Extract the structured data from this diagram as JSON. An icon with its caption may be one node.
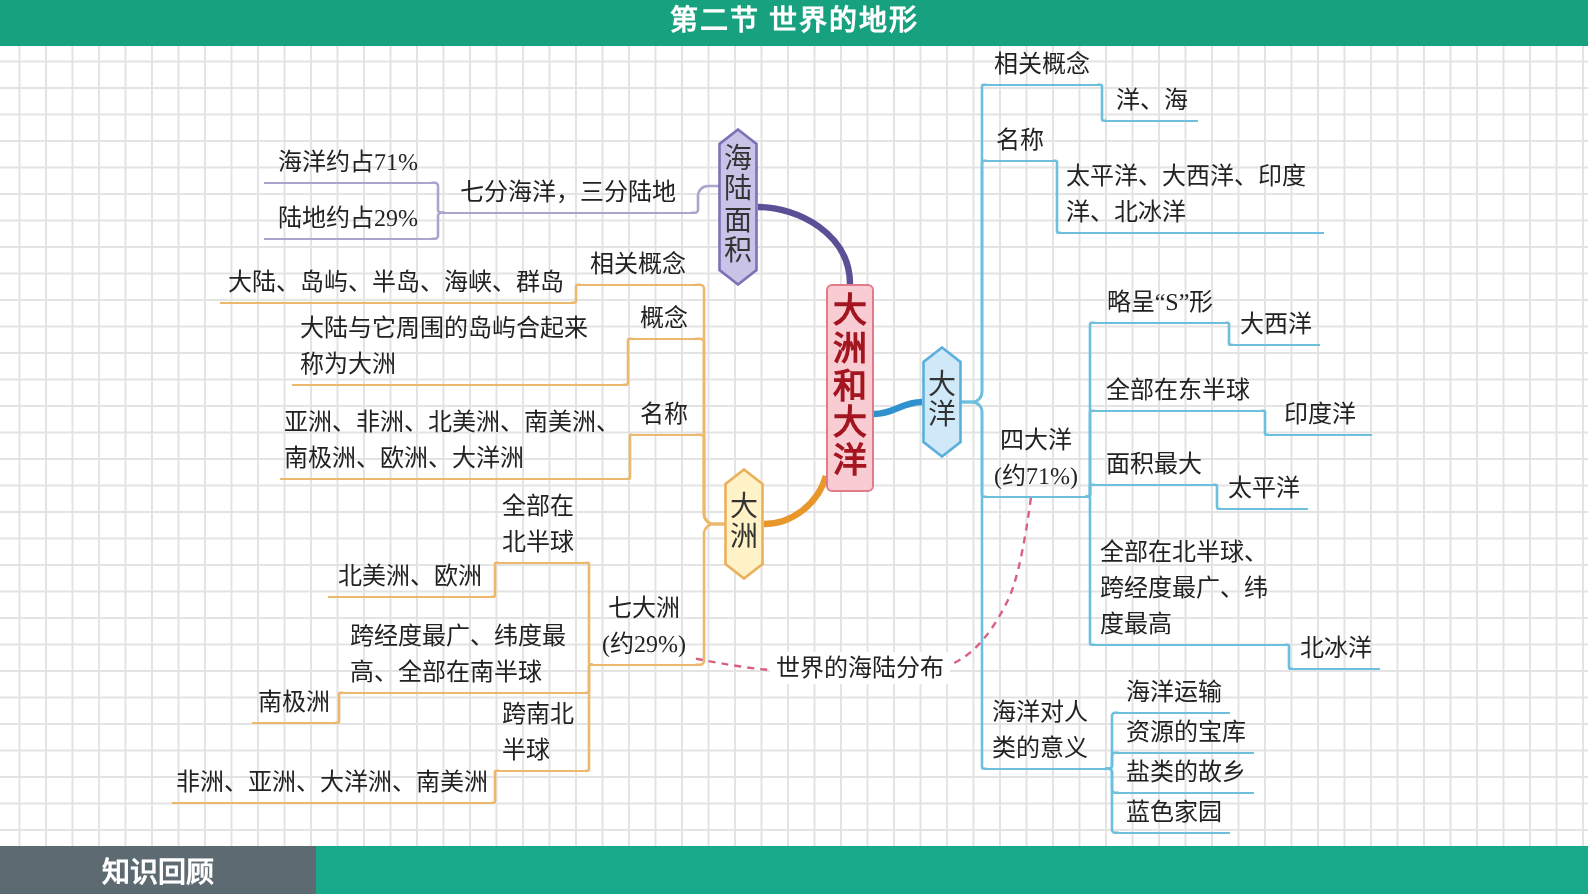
{
  "diagram": {
    "title": "第二节 世界的地形",
    "nodes": [
      {
        "text": [
          "大洲和大洋"
        ]
      },
      {
        "text": [
          "海陆面积"
        ]
      },
      {
        "text": [
          "七分海洋，三分陆地"
        ]
      },
      {
        "text": [
          "海洋约占71%"
        ]
      },
      {
        "text": [
          "陆地约占29%"
        ]
      },
      {
        "text": [
          "大洲"
        ]
      },
      {
        "text": [
          "相关概念"
        ]
      },
      {
        "text": [
          "大陆、岛屿、半岛、海峡、群岛"
        ]
      },
      {
        "text": [
          "概念"
        ]
      },
      {
        "text": [
          "大陆与它周围的岛屿合起来称为大洲"
        ]
      },
      {
        "text": [
          "名称"
        ]
      },
      {
        "text": [
          "亚洲、非洲、北美洲、南美洲、南极洲、欧洲、大洋洲"
        ]
      },
      {
        "text": [
          "七大洲(约29%)"
        ]
      },
      {
        "text": [
          "全部在北半球"
        ]
      },
      {
        "text": [
          "北美洲、欧洲"
        ]
      },
      {
        "text": [
          "跨经度最广、纬度最高、全部在南半球"
        ]
      },
      {
        "text": [
          "南极洲"
        ]
      },
      {
        "text": [
          "跨南北半球"
        ]
      },
      {
        "text": [
          "非洲、亚洲、大洋洲、南美洲"
        ]
      },
      {
        "text": [
          "大洋"
        ]
      },
      {
        "text": [
          "相关概念"
        ]
      },
      {
        "text": [
          "洋、海"
        ]
      },
      {
        "text": [
          "名称"
        ]
      },
      {
        "text": [
          "太平洋、大西洋、印度洋、北冰洋"
        ]
      },
      {
        "text": [
          "四大洋(约71%)"
        ]
      },
      {
        "text": [
          "略呈“S”形"
        ]
      },
      {
        "text": [
          "大西洋"
        ]
      },
      {
        "text": [
          "全部在东半球"
        ]
      },
      {
        "text": [
          "印度洋"
        ]
      },
      {
        "text": [
          "面积最大"
        ]
      },
      {
        "text": [
          "太平洋"
        ]
      },
      {
        "text": [
          "全部在北半球、跨经度最广、纬度最高"
        ]
      },
      {
        "text": [
          "北冰洋"
        ]
      },
      {
        "text": [
          "海洋对人类的意义"
        ]
      },
      {
        "text": [
          "海洋运输"
        ]
      },
      {
        "text": [
          "资源的宝库"
        ]
      },
      {
        "text": [
          "盐类的故乡"
        ]
      },
      {
        "text": [
          "蓝色家园"
        ]
      }
    ],
    "edges": [
      {
        "from": 0,
        "to": 1,
        "arrow": "none",
        "style": "thick",
        "color": "#5b4f96"
      },
      {
        "from": 1,
        "to": 2,
        "arrow": "none",
        "color": "#a9a5cc"
      },
      {
        "from": 2,
        "to": 3,
        "arrow": "none",
        "color": "#a9a5cc"
      },
      {
        "from": 2,
        "to": 4,
        "arrow": "none",
        "color": "#a9a5cc"
      },
      {
        "from": 0,
        "to": 5,
        "arrow": "none",
        "style": "thick",
        "color": "#e8982a"
      },
      {
        "from": 5,
        "to": 6,
        "arrow": "none",
        "color": "#ecb86e"
      },
      {
        "from": 6,
        "to": 7,
        "arrow": "none",
        "color": "#ecb86e"
      },
      {
        "from": 5,
        "to": 8,
        "arrow": "none",
        "color": "#ecb86e"
      },
      {
        "from": 8,
        "to": 9,
        "arrow": "none",
        "color": "#ecb86e"
      },
      {
        "from": 5,
        "to": 10,
        "arrow": "none",
        "color": "#ecb86e"
      },
      {
        "from": 10,
        "to": 11,
        "arrow": "none",
        "color": "#ecb86e"
      },
      {
        "from": 5,
        "to": 12,
        "arrow": "none",
        "color": "#ecb86e"
      },
      {
        "from": 12,
        "to": 13,
        "arrow": "none",
        "color": "#ecb86e"
      },
      {
        "from": 13,
        "to": 14,
        "arrow": "none",
        "color": "#ecb86e"
      },
      {
        "from": 12,
        "to": 15,
        "arrow": "none",
        "color": "#ecb86e"
      },
      {
        "from": 15,
        "to": 16,
        "arrow": "none",
        "color": "#ecb86e"
      },
      {
        "from": 12,
        "to": 17,
        "arrow": "none",
        "color": "#ecb86e"
      },
      {
        "from": 17,
        "to": 18,
        "arrow": "none",
        "color": "#ecb86e"
      },
      {
        "from": 0,
        "to": 19,
        "arrow": "none",
        "style": "thick",
        "color": "#2f92cf"
      },
      {
        "from": 19,
        "to": 20,
        "arrow": "none"
      },
      {
        "from": 20,
        "to": 21,
        "arrow": "none"
      },
      {
        "from": 19,
        "to": 22,
        "arrow": "none"
      },
      {
        "from": 22,
        "to": 23,
        "arrow": "none"
      },
      {
        "from": 19,
        "to": 24,
        "arrow": "none"
      },
      {
        "from": 24,
        "to": 25,
        "arrow": "none"
      },
      {
        "from": 25,
        "to": 26,
        "arrow": "none"
      },
      {
        "from": 24,
        "to": 27,
        "arrow": "none"
      },
      {
        "from": 27,
        "to": 28,
        "arrow": "none"
      },
      {
        "from": 24,
        "to": 29,
        "arrow": "none"
      },
      {
        "from": 29,
        "to": 30,
        "arrow": "none"
      },
      {
        "from": 24,
        "to": 31,
        "arrow": "none"
      },
      {
        "from": 31,
        "to": 32,
        "arrow": "none"
      },
      {
        "from": 19,
        "to": 33,
        "arrow": "none"
      },
      {
        "from": 33,
        "to": 34,
        "arrow": "none"
      },
      {
        "from": 33,
        "to": 35,
        "arrow": "none"
      },
      {
        "from": 33,
        "to": 36,
        "arrow": "none"
      },
      {
        "from": 33,
        "to": 37,
        "arrow": "none"
      },
      {
        "from": 12,
        "to": 24,
        "arrow": "none",
        "label": "世界的海陆分布",
        "style": "dashed",
        "color": "#d9607e"
      }
    ],
    "labels": [
      "知识回顾"
    ]
  }
}
